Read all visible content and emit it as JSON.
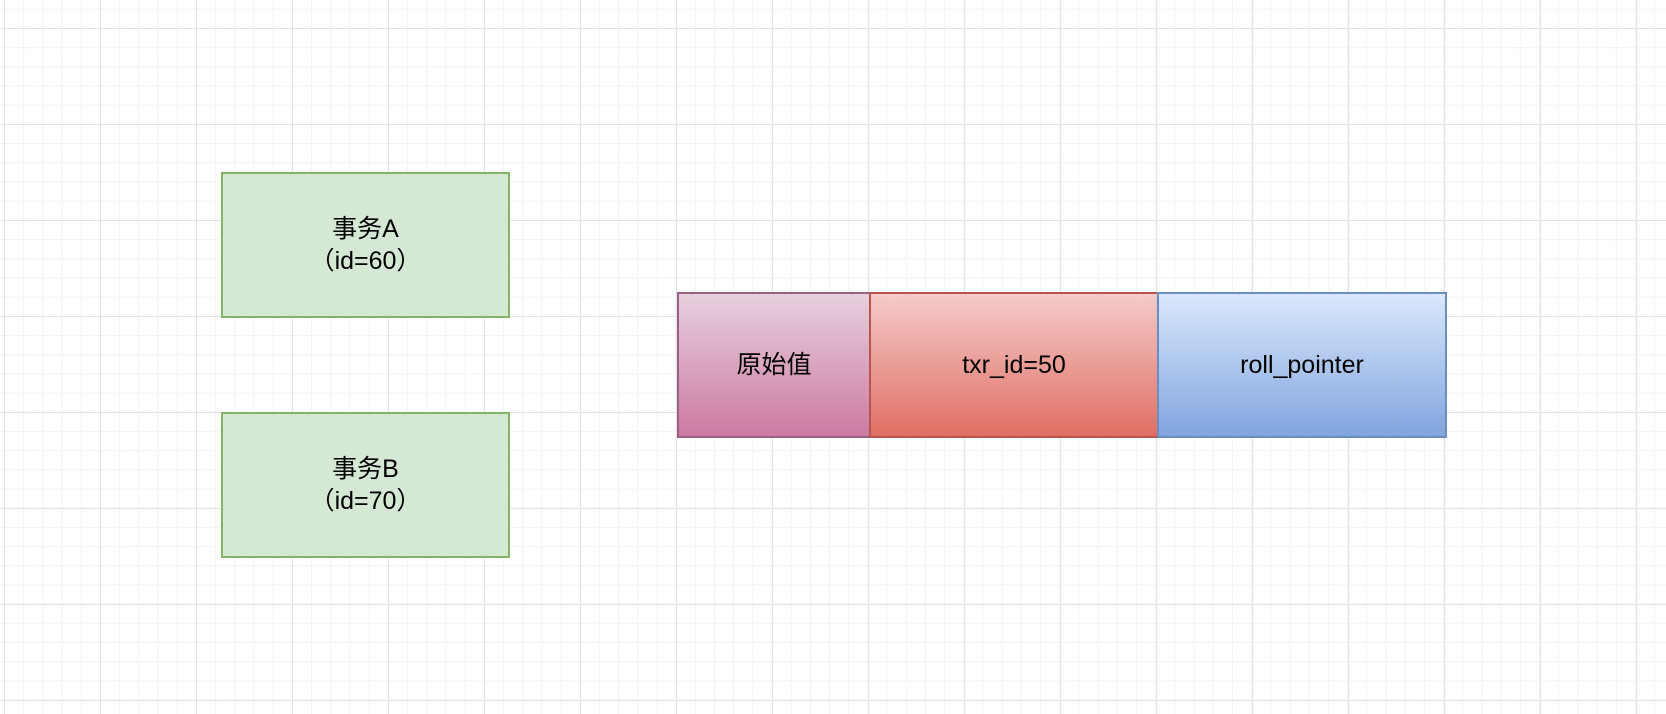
{
  "transactions": [
    {
      "name": "事务A",
      "id_label": "（id=60）"
    },
    {
      "name": "事务B",
      "id_label": "（id=70）"
    }
  ],
  "record": {
    "original_value": "原始值",
    "trx_id": "txr_id=50",
    "roll_pointer": "roll_pointer"
  },
  "colors": {
    "transaction_fill": "#d5e8d4",
    "transaction_stroke": "#82b366",
    "original_value_fill": "#cd7aa1",
    "trx_id_fill": "#e06f64",
    "roll_pointer_fill": "#81a5de"
  }
}
